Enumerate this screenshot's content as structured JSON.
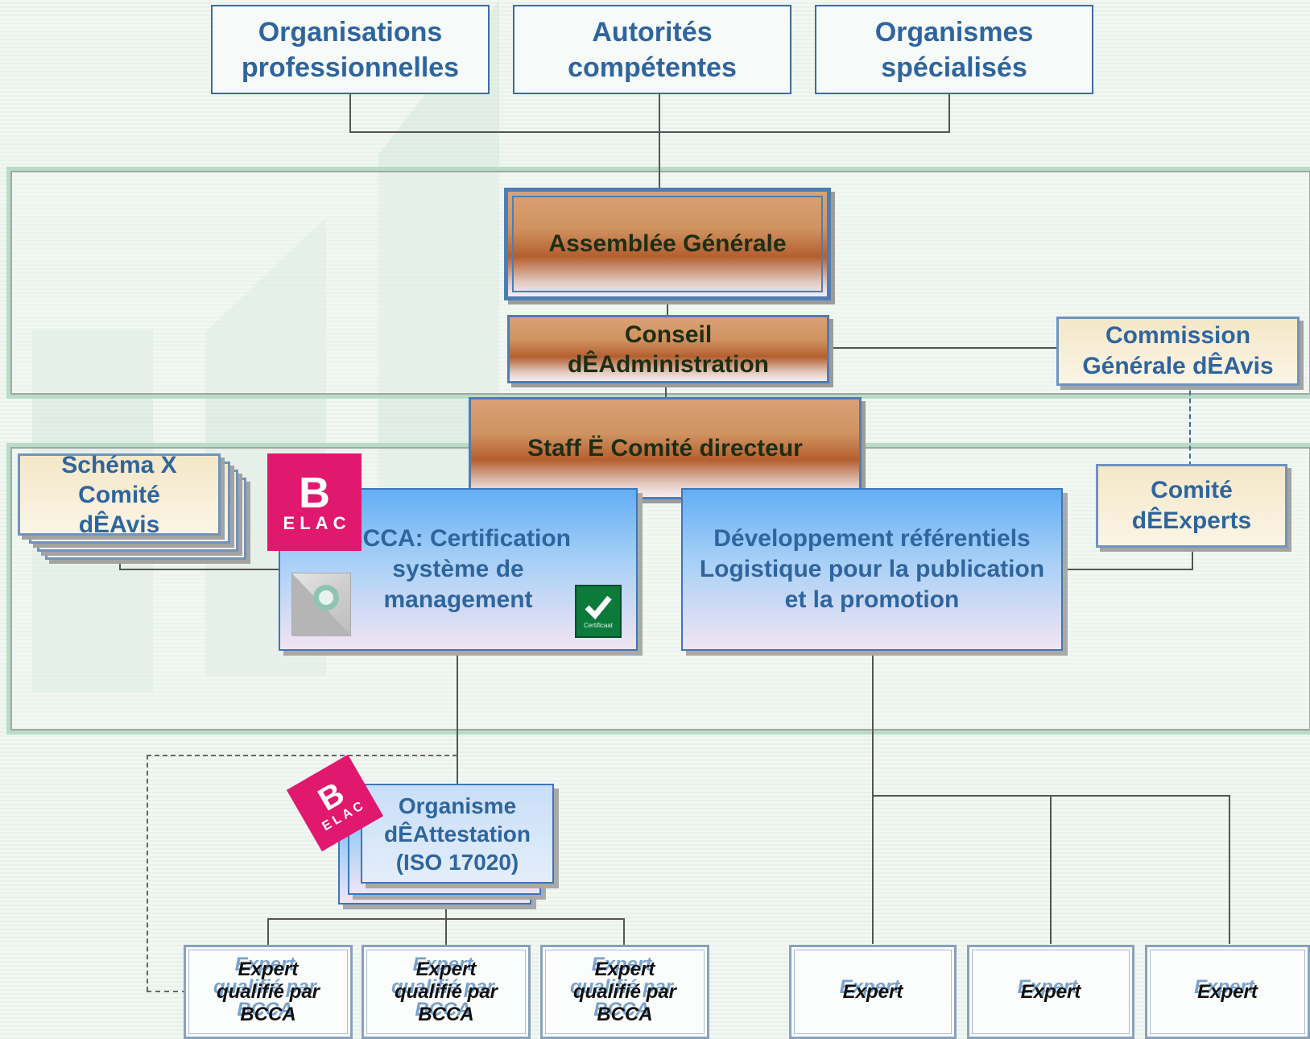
{
  "top_boxes": {
    "org_pro": "Organisations professionnelles",
    "autorites": "Autorités compétentes",
    "organismes": "Organismes spécialisés"
  },
  "governance": {
    "assemblee": "Assemblée Générale",
    "conseil": "Conseil dÊAdministration",
    "staff": "Staff Ë Comité directeur",
    "commission": "Commission Générale dÊAvis"
  },
  "operations": {
    "schema": "Schéma X Comité dÊAvis",
    "bcca_cert": "BCCA: Certification système de management",
    "developpement": "Développement référentiels Logistique pour la publication et la promotion",
    "comite_experts": "Comité dÊExperts"
  },
  "attestation": {
    "organisme": "Organisme dÊAttestation (ISO 17020)"
  },
  "experts": {
    "qualified_label": "Expert qualifié par BCCA",
    "expert_label": "Expert"
  },
  "logos": {
    "belac_letters": [
      "B",
      "E",
      "L",
      "A",
      "C"
    ],
    "belac_color": "#e0196e",
    "check_color": "#0b7a3b",
    "check_label": "Certificaat"
  },
  "colors": {
    "title_blue": "#2f659e",
    "orange_box": "#c8784a",
    "band_green": "#b9dcc6"
  }
}
